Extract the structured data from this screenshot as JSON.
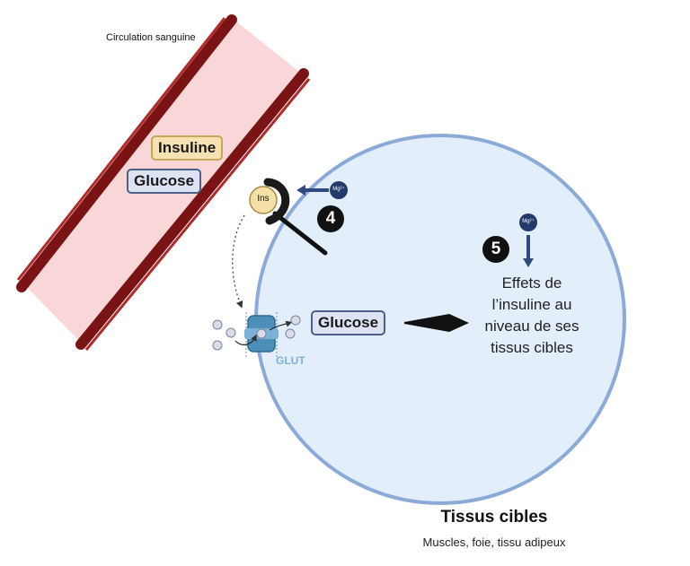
{
  "vessel": {
    "label": "Circulation sanguine"
  },
  "blood": {
    "insulin_label": "Insuline",
    "glucose_label": "Glucose"
  },
  "receptor": {
    "ins_label": "Ins",
    "step_number": "4",
    "mg_label": "Mg²⁺"
  },
  "glut": {
    "label": "GLUT"
  },
  "cell": {
    "glucose_label": "Glucose",
    "step_number": "5",
    "mg_label": "Mg²⁺",
    "effects_lines": [
      "Effets de",
      "l’insuline au",
      "niveau de ses",
      "tissus cibles"
    ]
  },
  "caption": {
    "title": "Tissus cibles",
    "subtitle": "Muscles, foie, tissu adipeux"
  },
  "colors": {
    "vessel_wall": "#8e1b1b",
    "vessel_fill": "#f9d6d8",
    "cell_fill": "#e3eefb",
    "cell_border": "#8caad8",
    "insulin_box": "#f6e1b3",
    "glucose_box": "#dde3f3",
    "arrow_blue": "#2f4a80"
  }
}
